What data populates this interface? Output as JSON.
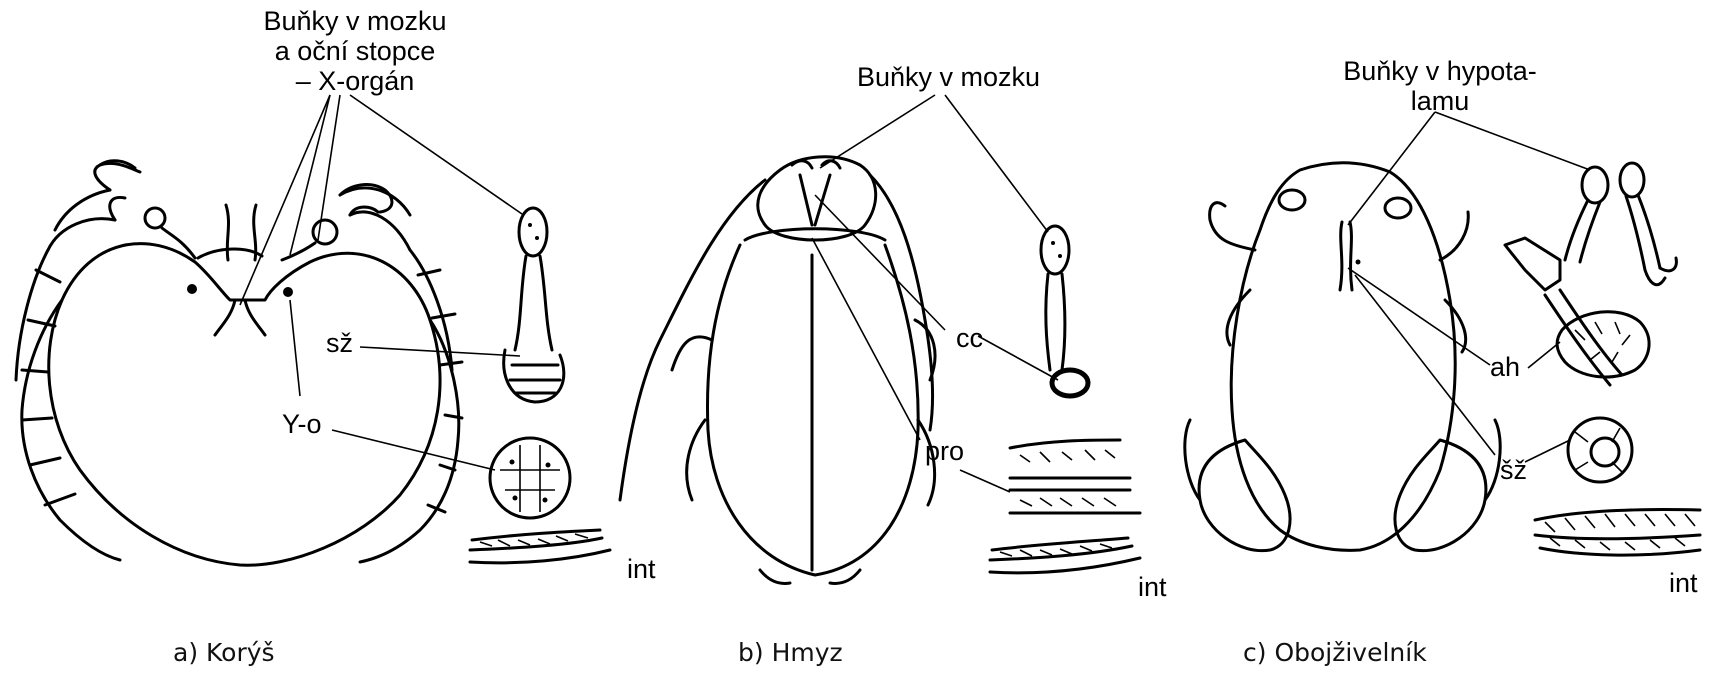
{
  "panels": [
    {
      "caption": "a) Korýš",
      "labels": {
        "top": [
          "Buňky v mozku",
          "a oční stopce",
          "– X-orgán"
        ],
        "sz": "sž",
        "yo": "Y-o",
        "int": "int"
      }
    },
    {
      "caption": "b) Hmyz",
      "labels": {
        "top": "Buňky v mozku",
        "cc": "cc",
        "pro": "pro",
        "int": "int"
      }
    },
    {
      "caption": "c) Obojživelník",
      "labels": {
        "top": [
          "Buňky v hypota-",
          "lamu"
        ],
        "ah": "ah",
        "sz": "šž",
        "int": "int"
      }
    }
  ]
}
